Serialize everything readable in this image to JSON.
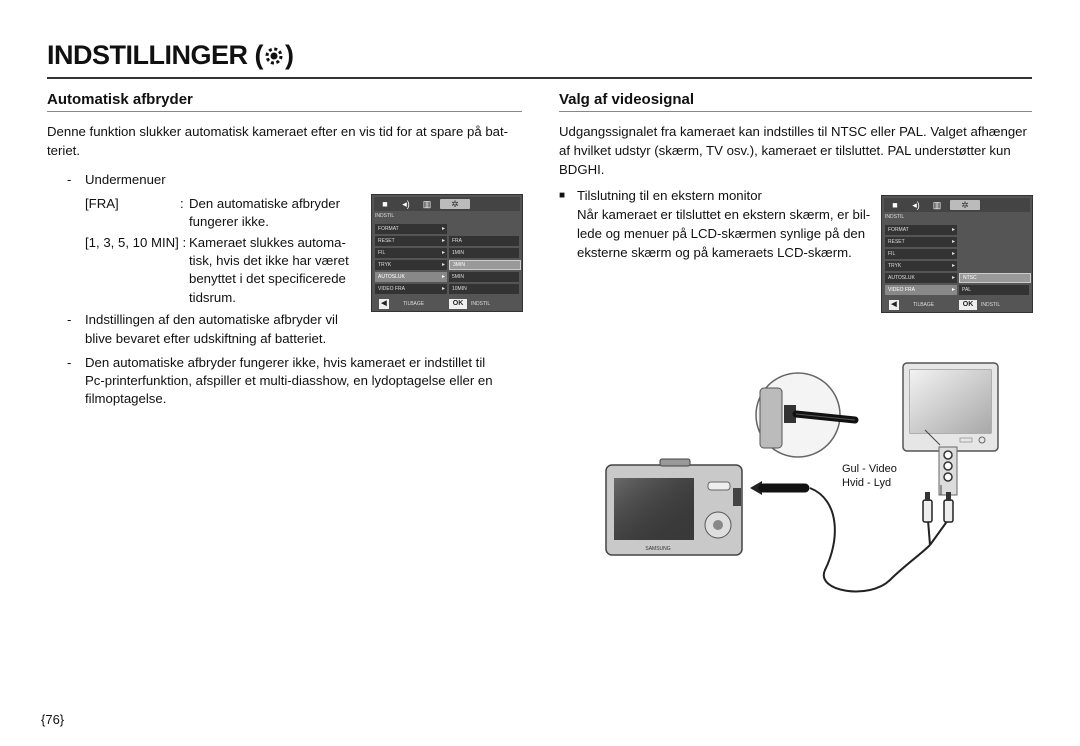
{
  "page": {
    "title": "INDSTILLINGER (",
    "title_close": ")",
    "page_number": "{76}"
  },
  "left": {
    "heading": "Automatisk afbryder",
    "intro_line1": "Denne funktion slukker automatisk kameraet efter en vis tid for at spare på bat-",
    "intro_line2": "teriet.",
    "submenu_dash": "-",
    "submenu_label": "Undermenuer",
    "opt1_key": "[FRA]",
    "opt1_sep": ":",
    "opt1_desc1": "Den automatiske afbryder",
    "opt1_desc2": "fungerer ikke.",
    "opt2_key": "[1, 3, 5, 10 MIN] :",
    "opt2_desc1": "Kameraet slukkes automa-",
    "opt2_desc2": "tisk, hvis det ikke har været",
    "opt2_desc3": "benyttet i det specificerede",
    "opt2_desc4": "tidsrum.",
    "note1_dash": "-",
    "note1_line1": "Indstillingen af den automatiske afbryder vil",
    "note1_line2": "blive bevaret efter udskiftning af batteriet.",
    "note2_dash": "-",
    "note2_line1": "Den automatiske afbryder fungerer ikke, hvis kameraet er indstillet til",
    "note2_line2": "Pc-printerfunktion, afspiller et multi-diasshow, en lydoptagelse eller en",
    "note2_line3": "filmoptagelse."
  },
  "right": {
    "heading": "Valg af videosignal",
    "intro_line1": "Udgangssignalet fra kameraet kan indstilles til NTSC eller PAL.  Valget afhænger",
    "intro_line2": "af hvilket udstyr (skærm, TV osv.), kameraet er tilsluttet.  PAL understøtter kun",
    "intro_line3": "BDGHI.",
    "bullet": "■",
    "bullet_title": "Tilslutning til en ekstern monitor",
    "bullet_line1": "Når kameraet er tilsluttet en ekstern skærm, er bil-",
    "bullet_line2": "lede og menuer på LCD-skærmen synlige på den",
    "bullet_line3": "eksterne skærm og på kameraets LCD-skærm.",
    "label_video": "Gul - Video",
    "label_audio": "Hvid - Lyd",
    "camera_brand": "SAMSUNG"
  },
  "menu1": {
    "header": "INDSTIL",
    "rows": [
      "FORMAT",
      "RESET",
      "FIL",
      "TRYK",
      "AUTOSLUK",
      "VIDEO FRA"
    ],
    "options": [
      "FRA",
      "1MIN",
      "3MIN",
      "5MIN",
      "10MIN"
    ],
    "back_label": "TILBAGE",
    "ok_label": "OK",
    "ok_text": "INDSTIL"
  },
  "menu2": {
    "header": "INDSTIL",
    "rows": [
      "FORMAT",
      "RESET",
      "FIL",
      "TRYK",
      "AUTOSLUK",
      "VIDEO FRA"
    ],
    "options": [
      "NTSC",
      "PAL"
    ],
    "back_label": "TILBAGE",
    "ok_label": "OK",
    "ok_text": "INDSTIL"
  }
}
